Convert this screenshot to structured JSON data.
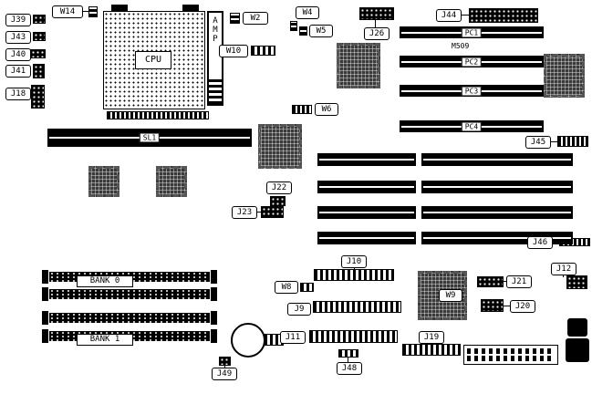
{
  "labels": {
    "w14": "W14",
    "j39": "J39",
    "j43": "J43",
    "j40": "J40",
    "j41": "J41",
    "j18": "J18",
    "cpu": "CPU",
    "amp": "AMP",
    "w2": "W2",
    "w4": "W4",
    "w5": "W5",
    "w10": "W10",
    "j26": "J26",
    "j44": "J44",
    "pc1": "PC1",
    "m509": "M509",
    "pc2": "PC2",
    "pc3": "PC3",
    "pc4": "PC4",
    "w6": "W6",
    "sl1": "SL1",
    "j45": "J45",
    "j22": "J22",
    "j23": "J23",
    "j46": "J46",
    "j12": "J12",
    "j10": "J10",
    "w8": "W8",
    "j9": "J9",
    "j11": "J11",
    "j48": "J48",
    "j49": "J49",
    "bank0": "BANK 0",
    "bank1": "BANK 1",
    "w9": "W9",
    "j21": "J21",
    "j20": "J20",
    "j19": "J19"
  }
}
